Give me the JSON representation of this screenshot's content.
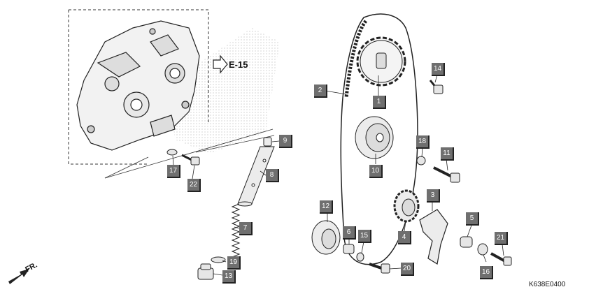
{
  "reference_label": "E-15",
  "front_label": "FR.",
  "diagram_code": "K638E0400",
  "callouts": {
    "c1": "1",
    "c2": "2",
    "c3": "3",
    "c4": "4",
    "c5": "5",
    "c6": "6",
    "c7": "7",
    "c8": "8",
    "c9": "9",
    "c10": "10",
    "c11": "11",
    "c12": "12",
    "c13": "13",
    "c14": "14",
    "c15": "15",
    "c16": "16",
    "c17": "17",
    "c18": "18",
    "c19": "19",
    "c20": "20",
    "c21": "21",
    "c22": "22"
  },
  "colors": {
    "callout_bg": "#6f6f6f",
    "line": "#222222",
    "part_fill": "#e6e6e6"
  }
}
